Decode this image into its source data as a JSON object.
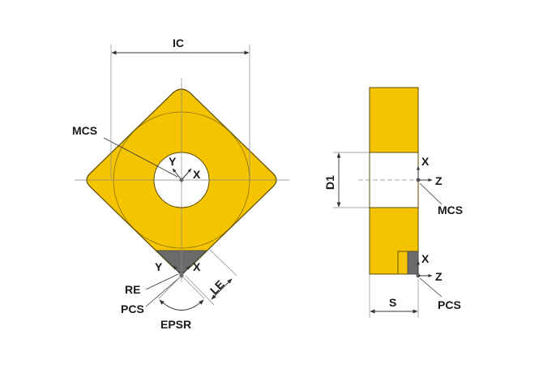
{
  "labels": {
    "ic": "IC",
    "mcs_left": "MCS",
    "y_top": "Y",
    "x_top": "X",
    "y_tip": "Y",
    "x_tip": "X",
    "re": "RE",
    "pcs_left": "PCS",
    "le": "LE",
    "epsr": "EPSR",
    "d1": "D1",
    "x_side_top": "X",
    "z_side_top": "Z",
    "mcs_right": "MCS",
    "x_side_bottom": "X",
    "z_side_bottom": "Z",
    "pcs_right": "PCS",
    "s": "S"
  },
  "colors": {
    "insert_fill": "#f5c400",
    "insert_stroke": "#5a4a00",
    "cutting_edge": "#6b6b6b",
    "line": "#333333",
    "thin_line": "#8a8a8a"
  }
}
